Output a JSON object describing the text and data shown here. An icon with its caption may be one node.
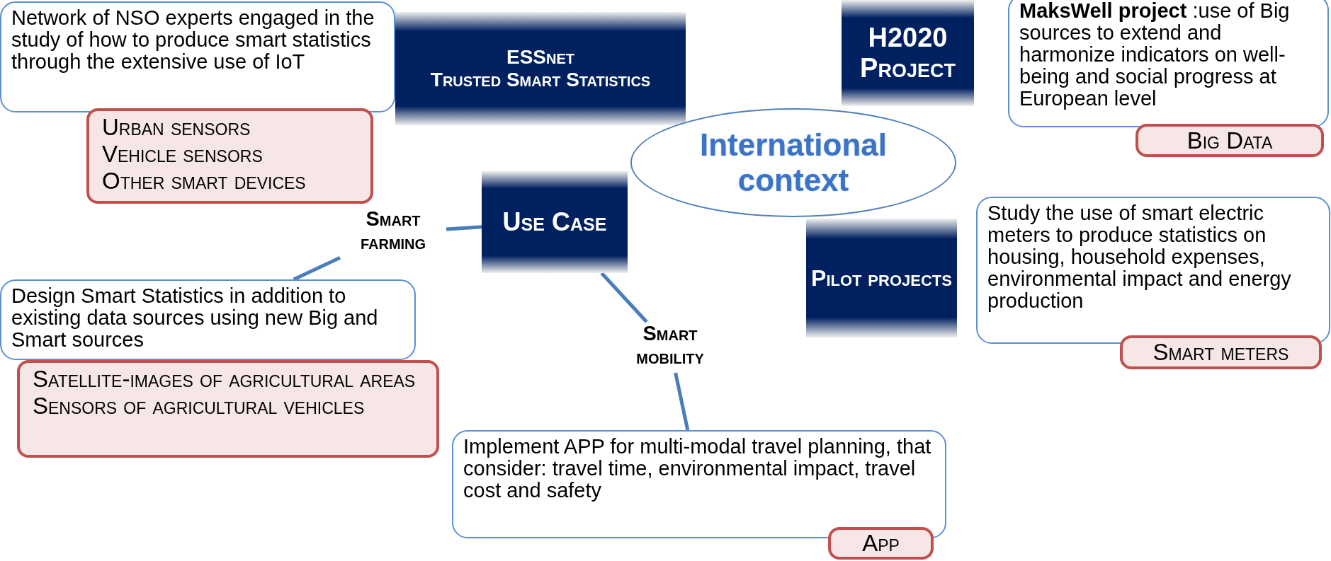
{
  "diagram": {
    "nodes": [
      {
        "text": [
          "Network of NSO experts engaged in the study of how to produce smart statistics through the extensive use of IoT"
        ]
      },
      {
        "text": [
          "Urban sensors",
          "Vehicle sensors",
          "Other smart devices"
        ]
      },
      {
        "text": [
          "ESSnet",
          "Trusted Smart Statistics"
        ]
      },
      {
        "text": [
          "H2020",
          "Project"
        ]
      },
      {
        "text": [
          "**MaksWell project** :use of Big sources to extend and harmonize indicators on well-being and social progress at European level"
        ]
      },
      {
        "text": [
          "Big Data"
        ]
      },
      {
        "text": [
          "International context"
        ]
      },
      {
        "text": [
          "Use Case"
        ]
      },
      {
        "text": [
          "Smart farming"
        ]
      },
      {
        "text": [
          "Study the use of smart electric meters to produce statistics on housing, household expenses, environmental impact and energy production"
        ]
      },
      {
        "text": [
          "Pilot projects"
        ]
      },
      {
        "text": [
          "Design Smart Statistics in addition to existing data sources using new Big and Smart sources"
        ]
      },
      {
        "text": [
          "Smart meters"
        ]
      },
      {
        "text": [
          "Satellite-images of agricultural areas",
          "Sensors of agricultural vehicles"
        ]
      },
      {
        "text": [
          "Smart mobility"
        ]
      },
      {
        "text": [
          "Implement APP for multi-modal travel planning, that consider: travel time, environmental impact, travel cost and safety"
        ]
      },
      {
        "text": [
          "App"
        ]
      }
    ],
    "edges": [
      {
        "from": 7,
        "to": 8,
        "arrow": "none"
      },
      {
        "from": 8,
        "to": 11,
        "arrow": "none"
      },
      {
        "from": 7,
        "to": 14,
        "arrow": "none"
      },
      {
        "from": 14,
        "to": 15,
        "arrow": "none"
      }
    ]
  }
}
